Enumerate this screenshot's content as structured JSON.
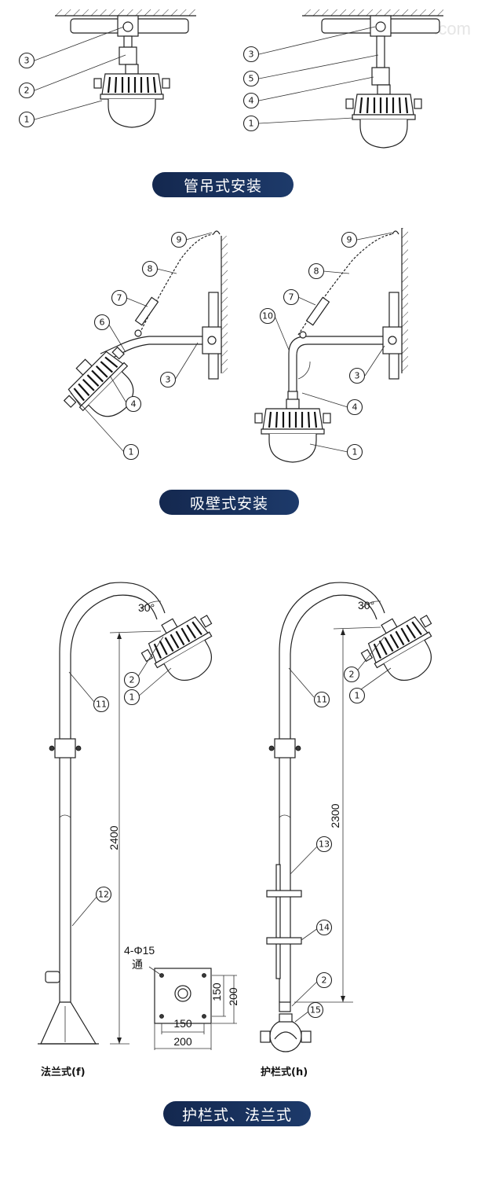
{
  "watermark": ".com",
  "sections": {
    "pipe_hanging": {
      "title": "管吊式安装"
    },
    "wall_mount": {
      "title": "吸壁式安装"
    },
    "rail_flange": {
      "title": "护栏式、法兰式"
    }
  },
  "callouts": {
    "n1": "1",
    "n2": "2",
    "n3": "3",
    "n4": "4",
    "n5": "5",
    "n6": "6",
    "n7": "7",
    "n8": "8",
    "n9": "9",
    "n10": "10",
    "n11": "11",
    "n12": "12",
    "n13": "13",
    "n14": "14",
    "n15": "15"
  },
  "dimensions": {
    "flange_height": "2400",
    "rail_height": "2300",
    "angle": "30°",
    "hole_spec": "4-Φ15",
    "hole_through": "通",
    "inner_w": "150",
    "outer_w": "200",
    "inner_h": "150",
    "outer_h": "200"
  },
  "captions": {
    "flange": "法兰式(f)",
    "rail": "护栏式(h)"
  }
}
